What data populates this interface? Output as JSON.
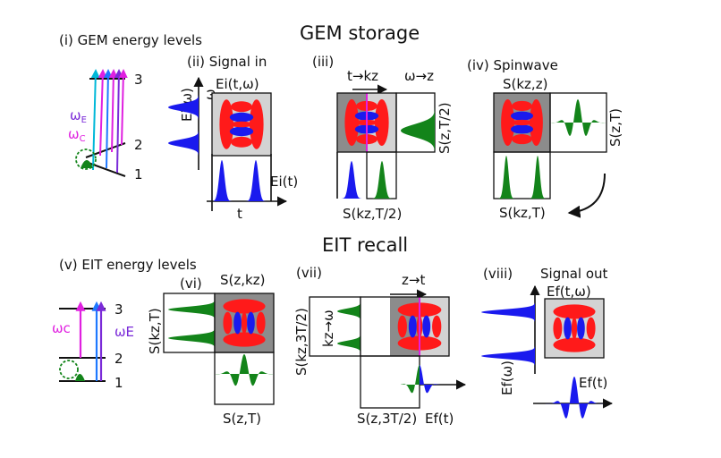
{
  "titles": {
    "gem_storage": "GEM storage",
    "eit_recall": "EIT recall"
  },
  "panels": {
    "p1": {
      "label": "(i) GEM energy levels",
      "level3": "3",
      "level2": "2",
      "level1": "1",
      "omega_e": "ωE",
      "omega_c": "ωC"
    },
    "p2": {
      "label": "(ii) Signal in",
      "top": "Ei(t,ω)",
      "left_axis": "Ei(ω)",
      "omega_axis": "ω",
      "right_axis": "Ei(t)",
      "bottom_axis": "t"
    },
    "p3": {
      "label": "(iii)",
      "arrow1": "t→kz",
      "arrow2": "ω→z",
      "right": "S(z,T/2)",
      "bottom": "S(kz,T/2)"
    },
    "p4": {
      "label": "(iv) Spinwave",
      "top": "S(kz,z)",
      "right": "S(z,T)",
      "bottom": "S(kz,T)"
    },
    "p5": {
      "label": "(v) EIT energy levels",
      "level3": "3",
      "level2": "2",
      "level1": "1",
      "omega_c": "ωc",
      "omega_e": "ωE"
    },
    "p6": {
      "label": "(vi)",
      "top": "S(z,kz)",
      "left": "S(kz,T)",
      "bottom": "S(z,T)"
    },
    "p7": {
      "label": "(vii)",
      "arrow": "z→t",
      "left": "S(kz,3T/2)",
      "inner": "kz→ω",
      "bottom": "S(z,3T/2)",
      "bottom_right": "Ef(t)"
    },
    "p8": {
      "label": "(viii)",
      "title": "Signal out",
      "top": "Ef(t,ω)",
      "left_axis": "Ef(ω)",
      "bottom_right": "Ef(t)"
    }
  },
  "colors": {
    "red_lobe": "#ff1a1a",
    "blue_lobe": "#1a1aee",
    "green_pulse": "#13841a",
    "light_gray": "#d3d3d3",
    "dark_gray": "#8c8c8c",
    "magenta": "#e020e0",
    "purple": "#7a2ad8",
    "blue_arrow": "#1e78ff",
    "cyan": "#00b8d8"
  }
}
